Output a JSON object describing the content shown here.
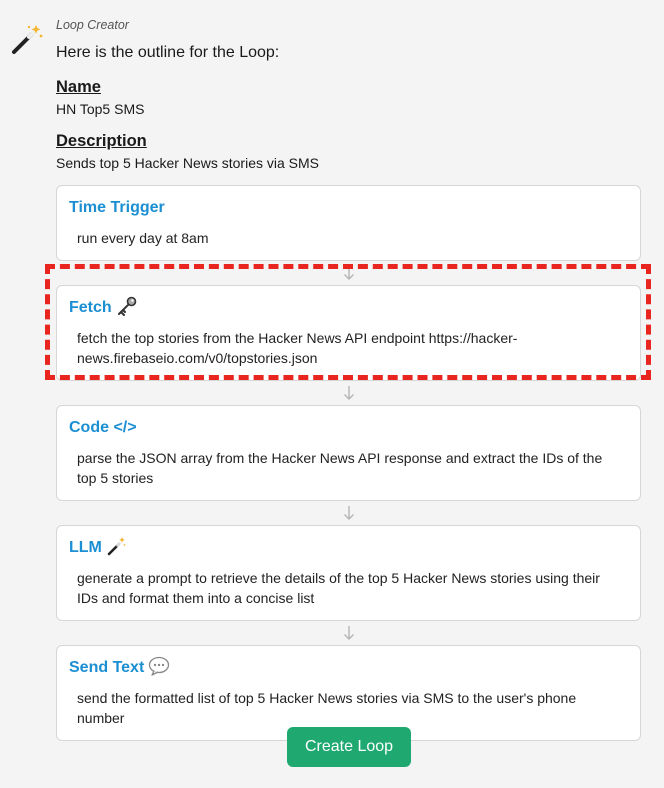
{
  "message": {
    "sender": "Loop Creator",
    "intro": "Here is the outline for the Loop:"
  },
  "loop": {
    "name_heading": "Name",
    "name": "HN Top5 SMS",
    "description_heading": "Description",
    "description": "Sends top 5 Hacker News stories via SMS"
  },
  "steps": [
    {
      "title": "Time Trigger",
      "icon": "none",
      "body": "run every day at 8am"
    },
    {
      "title": "Fetch",
      "icon": "key-icon",
      "body": "fetch the top stories from the Hacker News API endpoint https://hacker-news.firebaseio.com/v0/topstories.json"
    },
    {
      "title": "Code </>",
      "icon": "none",
      "body": "parse the JSON array from the Hacker News API response and extract the IDs of the top 5 stories"
    },
    {
      "title": "LLM",
      "icon": "magic-wand-icon",
      "body": "generate a prompt to retrieve the details of the top 5 Hacker News stories using their IDs and format them into a concise list"
    },
    {
      "title": "Send Text",
      "icon": "speech-bubble-icon",
      "body": "send the formatted list of top 5 Hacker News stories via SMS to the user's phone number"
    }
  ],
  "actions": {
    "create_label": "Create Loop"
  },
  "colors": {
    "step_title": "#1b8fd2",
    "create_button": "#1fa971",
    "highlight_border": "#e8261f"
  }
}
